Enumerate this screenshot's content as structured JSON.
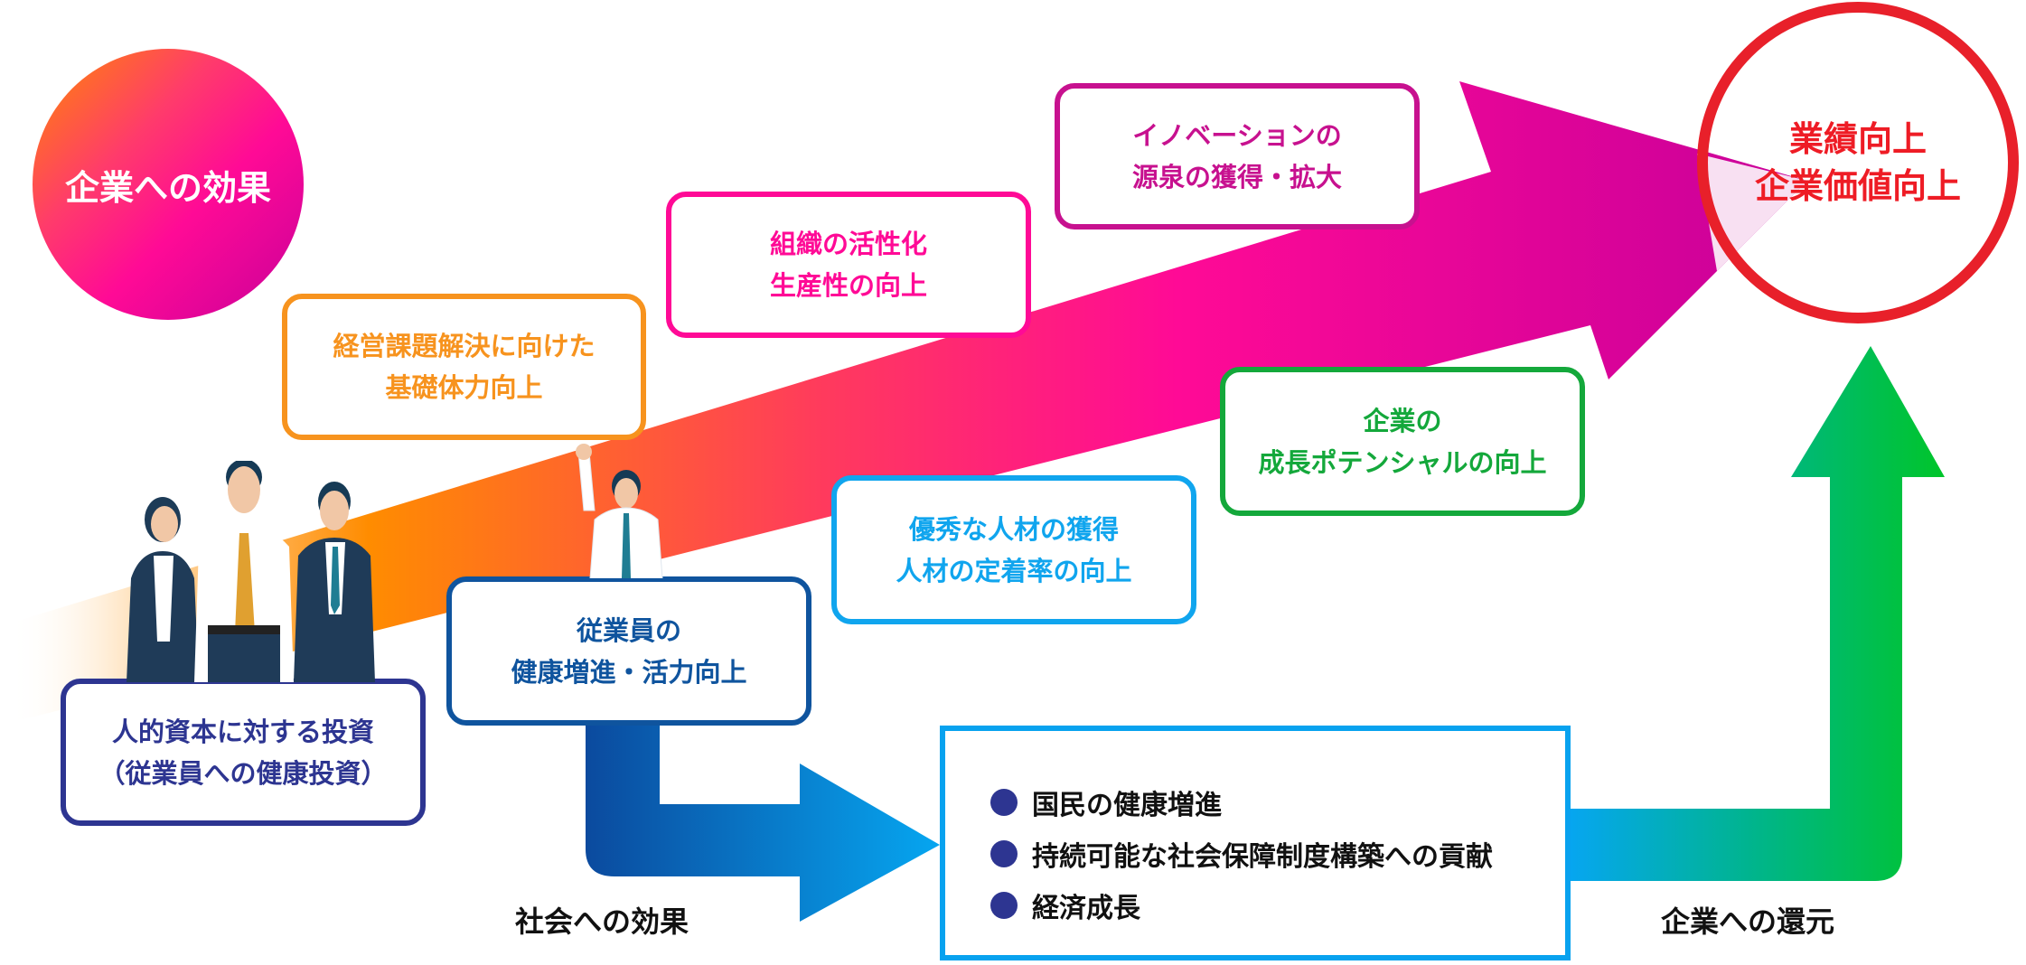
{
  "title_circle": {
    "label": "企業への効果",
    "gradient": [
      "#ff8a00",
      "#ff0a96",
      "#c8009a"
    ]
  },
  "goal_circle": {
    "lines": [
      "業績向上",
      "企業価値向上"
    ],
    "color": "#ee1c25"
  },
  "effect_boxes": [
    {
      "id": "management",
      "lines": [
        "経営課題解決に向けた",
        "基礎体力向上"
      ],
      "color": "#f7931e"
    },
    {
      "id": "organization",
      "lines": [
        "組織の活性化",
        "生産性の向上"
      ],
      "color": "#ff0a96"
    },
    {
      "id": "innovation",
      "lines": [
        "イノベーションの",
        "源泉の獲得・拡大"
      ],
      "color": "#c7118f"
    },
    {
      "id": "growth",
      "lines": [
        "企業の",
        "成長ポテンシャルの向上"
      ],
      "color": "#14a83b"
    },
    {
      "id": "talent",
      "lines": [
        "優秀な人材の獲得",
        "人材の定着率の向上"
      ],
      "color": "#10a5ee"
    },
    {
      "id": "employee",
      "lines": [
        "従業員の",
        "健康増進・活力向上"
      ],
      "color": "#0f549e"
    },
    {
      "id": "investment",
      "lines": [
        "人的資本に対する投資",
        "（従業員への健康投資）"
      ],
      "color": "#2d3591"
    }
  ],
  "society_box": {
    "items": [
      "国民の健康増進",
      "持続可能な社会保障制度構築への貢献",
      "経済成長"
    ],
    "border_color": "#08a2ef",
    "bullet_color": "#2d3591"
  },
  "labels": {
    "society_effect": "社会への効果",
    "return_to_company": "企業への還元"
  },
  "illustration": {
    "people": "business-people-group",
    "cheering": "cheering-businessman"
  }
}
